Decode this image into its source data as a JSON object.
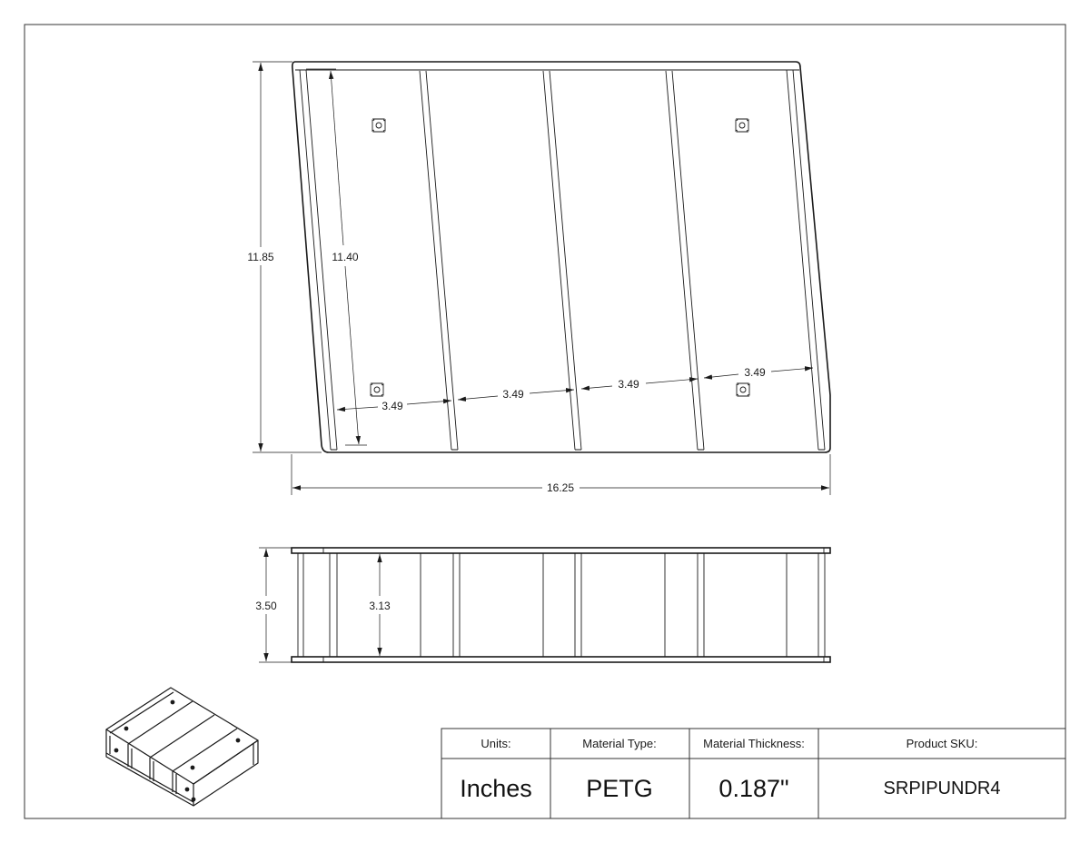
{
  "dimensions": {
    "front_height_outer": "11.85",
    "front_height_inner": "11.40",
    "overall_width": "16.25",
    "spacing_1": "3.49",
    "spacing_2": "3.49",
    "spacing_3": "3.49",
    "spacing_4": "3.49",
    "side_height_outer": "3.50",
    "side_height_inner": "3.13"
  },
  "title_block": {
    "units_label": "Units:",
    "units_value": "Inches",
    "material_type_label": "Material Type:",
    "material_type_value": "PETG",
    "thickness_label": "Material Thickness:",
    "thickness_value": "0.187\"",
    "sku_label": "Product SKU:",
    "sku_value": "SRPIPUNDR4"
  }
}
